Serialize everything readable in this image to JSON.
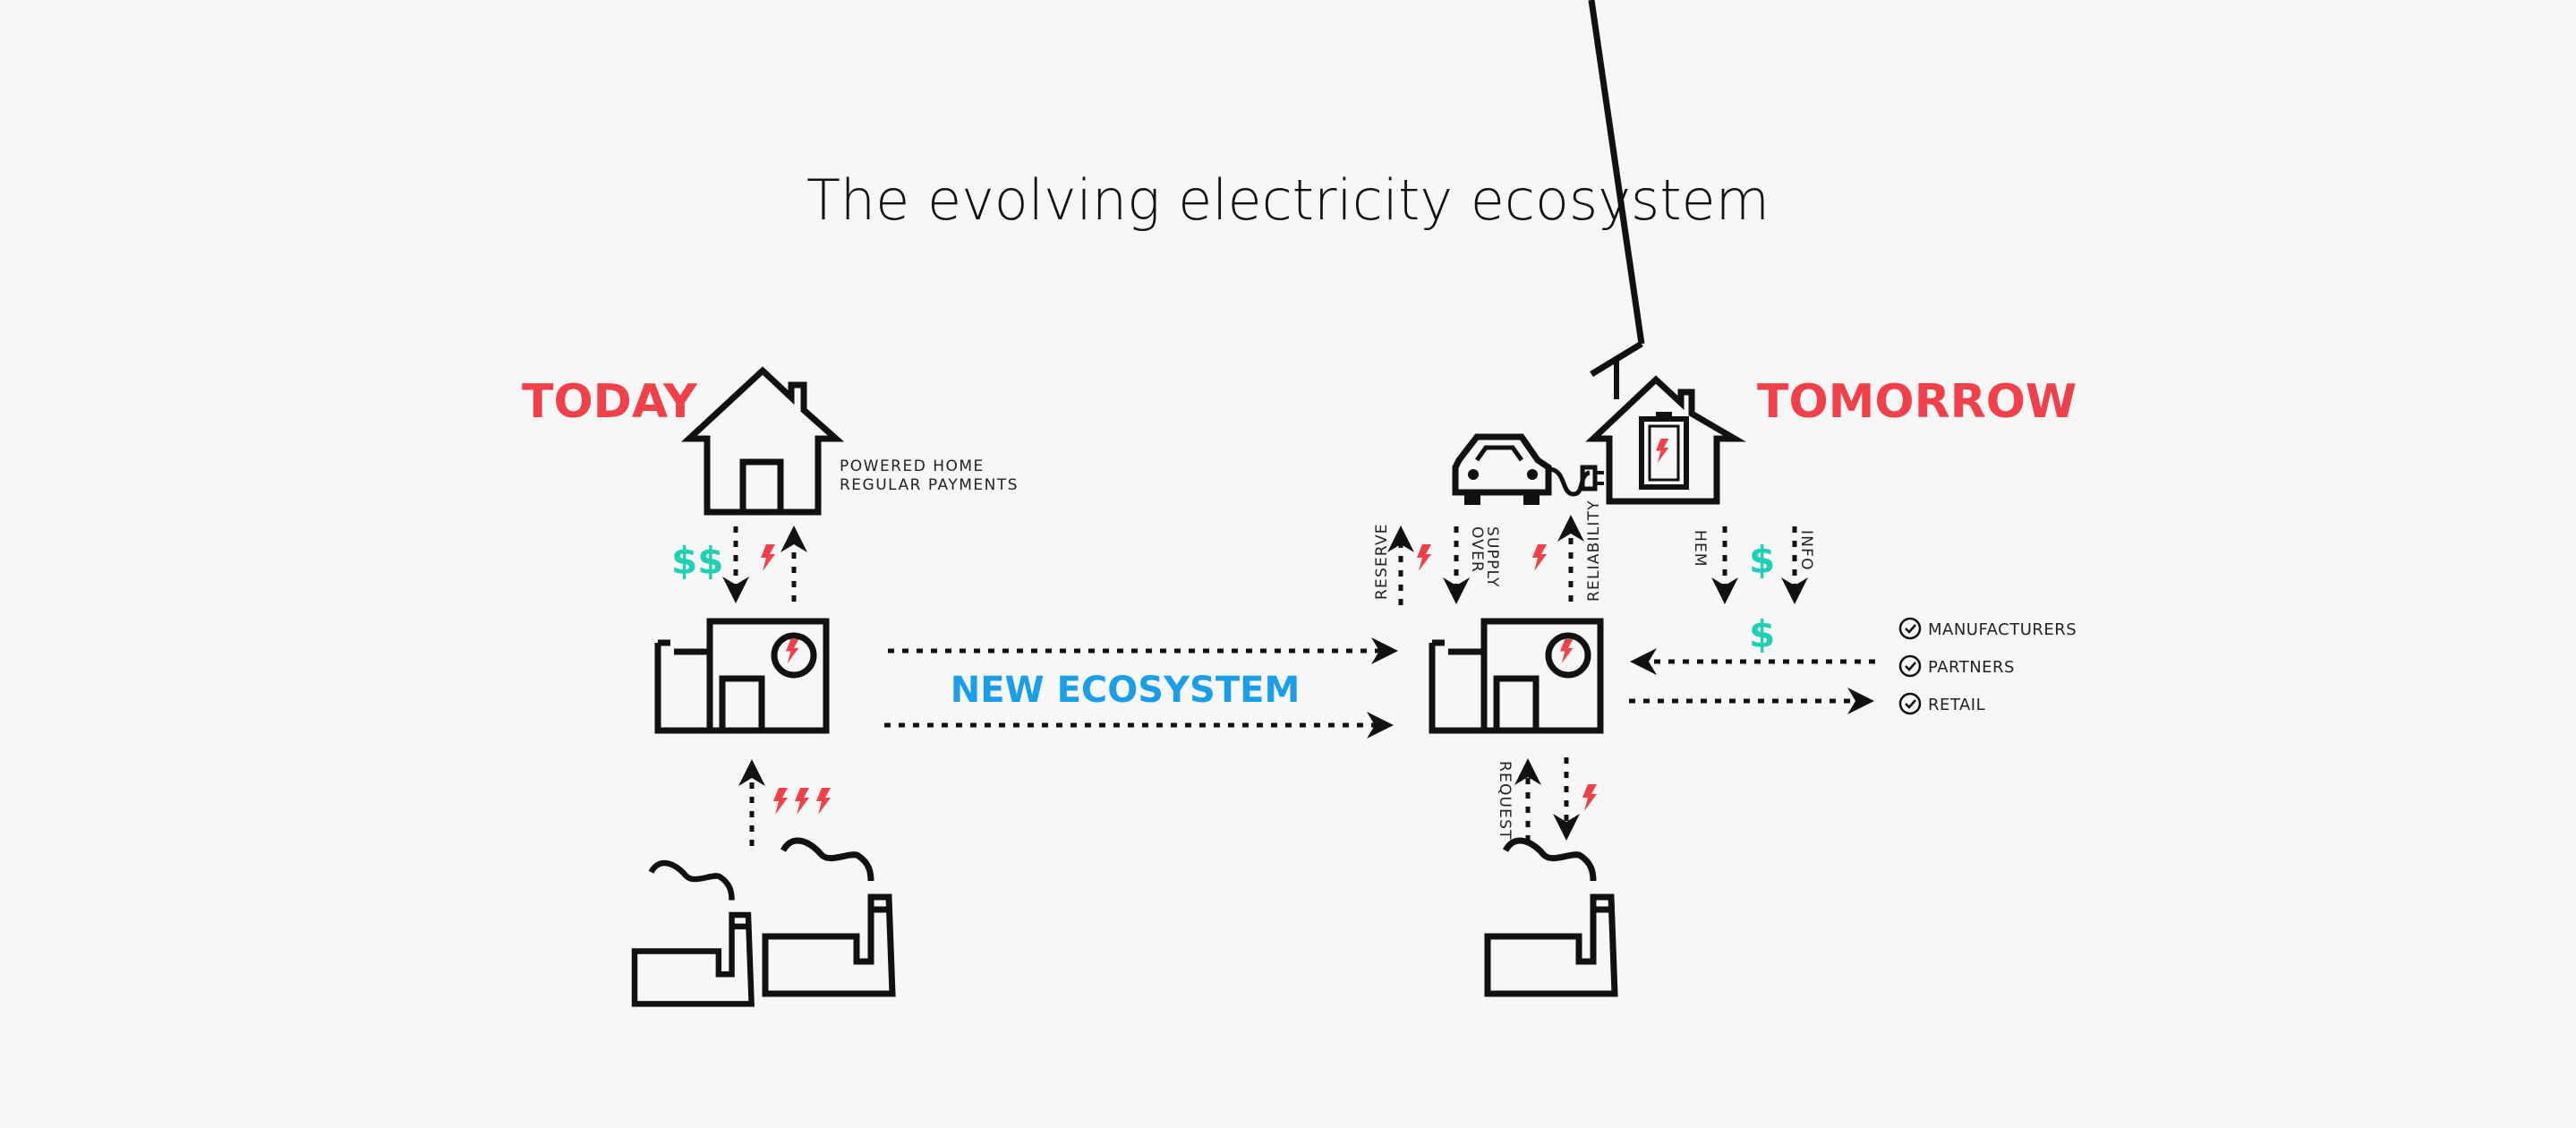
{
  "title": "The evolving electricity ecosystem",
  "colors": {
    "red": "#f0404a",
    "blue": "#1a9ee8",
    "teal": "#1fd0b4",
    "ink": "#111111"
  },
  "today": {
    "label": "TODAY",
    "home_note_1": "POWERED HOME",
    "home_note_2": "REGULAR PAYMENTS",
    "payment_symbol": "$$"
  },
  "tomorrow": {
    "label": "TOMORROW",
    "reserve": "RESERVE",
    "over": "OVER",
    "supply": "SUPPLY",
    "reliability": "RELIABILITY",
    "hem": "HEM",
    "info": "INFO",
    "request": "REQUEST",
    "dollar_top": "$",
    "dollar_mid": "$"
  },
  "center_label": "NEW ECOSYSTEM",
  "partners": [
    "MANUFACTURERS",
    "PARTNERS",
    "RETAIL"
  ],
  "icons": [
    "house-icon",
    "utility-building-icon",
    "power-plant-icon",
    "electric-car-icon",
    "smart-home-battery-icon",
    "lightning-bolt-icon",
    "check-circle-icon",
    "dashed-arrow-icon"
  ]
}
